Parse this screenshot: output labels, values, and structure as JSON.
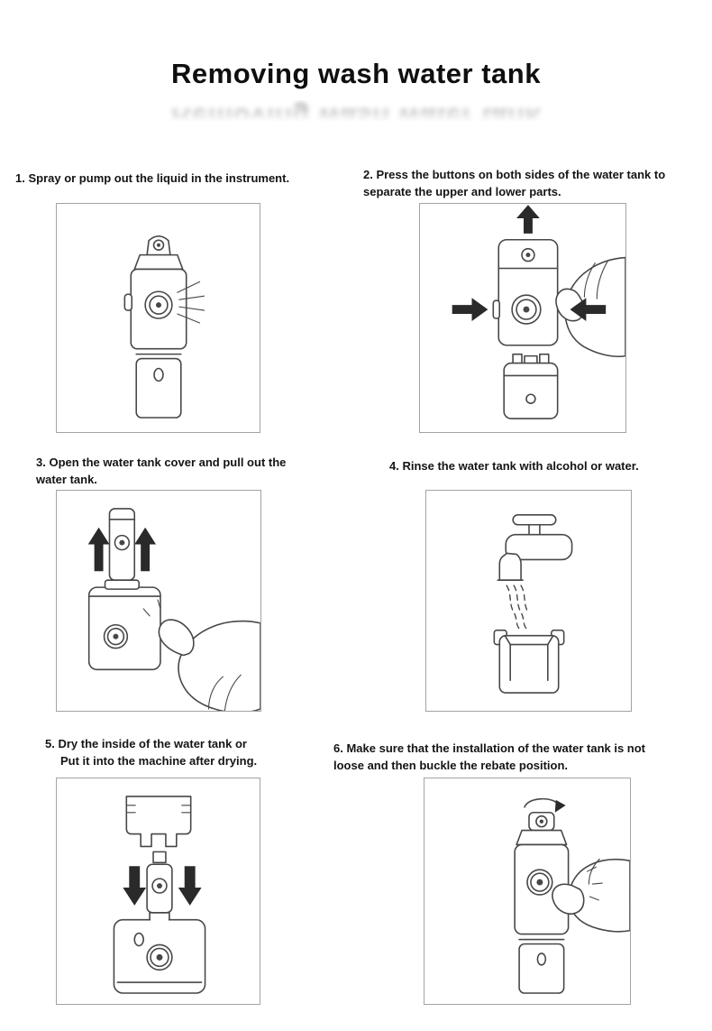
{
  "page": {
    "title": "Removing wash water tank"
  },
  "steps": [
    {
      "number": 1,
      "lines": [
        "1. Spray or pump out the liquid in the instrument."
      ],
      "figure_alt": "Line drawing of the device spraying liquid sideways from the round button area"
    },
    {
      "number": 2,
      "lines": [
        "2. Press the buttons on both sides of the water tank to",
        "separate the upper and lower parts."
      ],
      "figure_alt": "Hand pressing the side buttons; inward arrows on both sides and an upward arrow above the separated upper part"
    },
    {
      "number": 3,
      "lines": [
        "3. Open the water tank cover and pull out the",
        "water tank."
      ],
      "figure_alt": "Hand holding the tank while the inner cartridge is pulled upward, shown with two up arrows"
    },
    {
      "number": 4,
      "lines": [
        "4. Rinse the water tank with alcohol or water."
      ],
      "figure_alt": "Water running from a faucet into the open water tank"
    },
    {
      "number": 5,
      "lines": [
        "5. Dry the inside of the water tank or",
        "Put it into the machine after drying."
      ],
      "figure_alt": "Cover, cartridge and machine base aligned vertically with two down arrows showing reassembly"
    },
    {
      "number": 6,
      "lines": [
        "6. Make sure that the installation of the water tank is not",
        "loose and then buckle the rebate position."
      ],
      "figure_alt": "Hand holding the assembled device with a rotation arrow above the nozzle and motion ticks"
    }
  ],
  "colors": {
    "background": "#ffffff",
    "text": "#141414",
    "line_art": "#474747",
    "arrow_fill": "#2a2a2a",
    "box_border": "#a3a3a3"
  }
}
